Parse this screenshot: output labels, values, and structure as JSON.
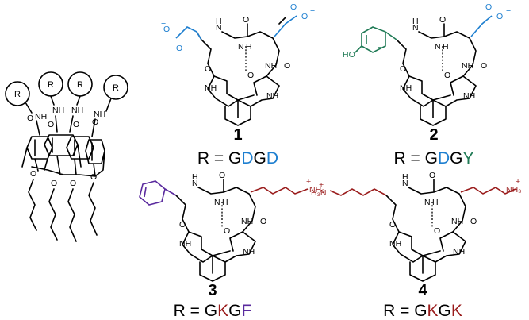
{
  "colors": {
    "black": "#000000",
    "asp_blue": "#1e7fd0",
    "tyr_green": "#1f7a55",
    "lys_red": "#9a1c1c",
    "phe_purple": "#5a2a9e"
  },
  "scaffold": {
    "r_label": "R",
    "atoms": {
      "nh": "NH",
      "o": "O"
    }
  },
  "atoms": {
    "o": "O",
    "o_minus": "O",
    "minus": "−",
    "plus": "+",
    "nh": "NH",
    "n": "N",
    "h": "H",
    "ho": "HO",
    "h3n": "H₃N",
    "nh3": "NH₃"
  },
  "compounds": [
    {
      "number": "1",
      "r_prefix": "R = ",
      "seq": [
        {
          "l": "G",
          "c": "#000000"
        },
        {
          "l": "D",
          "c": "#1e7fd0"
        },
        {
          "l": "G",
          "c": "#000000"
        },
        {
          "l": "D",
          "c": "#1e7fd0"
        }
      ]
    },
    {
      "number": "2",
      "r_prefix": "R = ",
      "seq": [
        {
          "l": "G",
          "c": "#000000"
        },
        {
          "l": "D",
          "c": "#1e7fd0"
        },
        {
          "l": "G",
          "c": "#000000"
        },
        {
          "l": "Y",
          "c": "#1f7a55"
        }
      ]
    },
    {
      "number": "3",
      "r_prefix": "R = ",
      "seq": [
        {
          "l": "G",
          "c": "#000000"
        },
        {
          "l": "K",
          "c": "#9a1c1c"
        },
        {
          "l": "G",
          "c": "#000000"
        },
        {
          "l": "F",
          "c": "#5a2a9e"
        }
      ]
    },
    {
      "number": "4",
      "r_prefix": "R = ",
      "seq": [
        {
          "l": "G",
          "c": "#000000"
        },
        {
          "l": "K",
          "c": "#9a1c1c"
        },
        {
          "l": "G",
          "c": "#000000"
        },
        {
          "l": "K",
          "c": "#9a1c1c"
        }
      ]
    }
  ]
}
